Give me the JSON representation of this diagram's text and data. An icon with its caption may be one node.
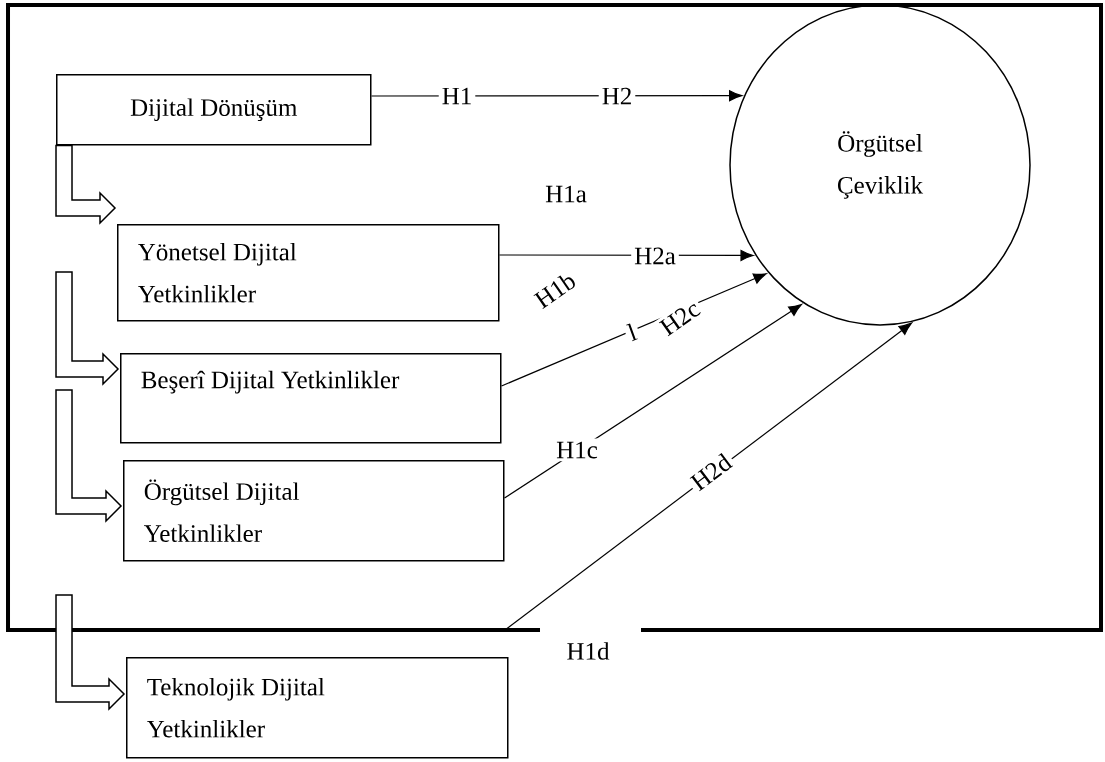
{
  "diagram": {
    "nodes": [
      {
        "text": [
          "Dijital Dönüşüm"
        ]
      },
      {
        "text": [
          "Yönetsel Dijital Yetkinlikler"
        ]
      },
      {
        "text": [
          "Beşerî Dijital Yetkinlikler"
        ]
      },
      {
        "text": [
          "Örgütsel Dijital Yetkinlikler"
        ]
      },
      {
        "text": [
          "Teknolojik Dijital Yetkinlikler"
        ]
      },
      {
        "text": [
          "Örgütsel Çeviklik"
        ]
      }
    ],
    "edges": [
      {
        "from": 0,
        "to": 5,
        "arrow": "to",
        "label": "H1"
      },
      {
        "from": 0,
        "to": 1,
        "arrow": "to",
        "style": "thick"
      },
      {
        "from": 1,
        "to": 5,
        "arrow": "to",
        "label": "H2a"
      },
      {
        "from": null,
        "to": 2,
        "arrow": "to",
        "style": "thick"
      },
      {
        "from": 2,
        "to": 5,
        "arrow": "to",
        "label": "H2c"
      },
      {
        "from": null,
        "to": 3,
        "arrow": "to",
        "style": "thick"
      },
      {
        "from": 3,
        "to": 5,
        "arrow": "to",
        "label": "H1c"
      },
      {
        "from": null,
        "to": 4,
        "arrow": "to",
        "style": "thick"
      },
      {
        "from": null,
        "to": 5,
        "arrow": "to",
        "label": "H2d"
      }
    ],
    "labels": [
      "H2",
      "H1a",
      "H1b",
      "l",
      "H1d"
    ]
  }
}
